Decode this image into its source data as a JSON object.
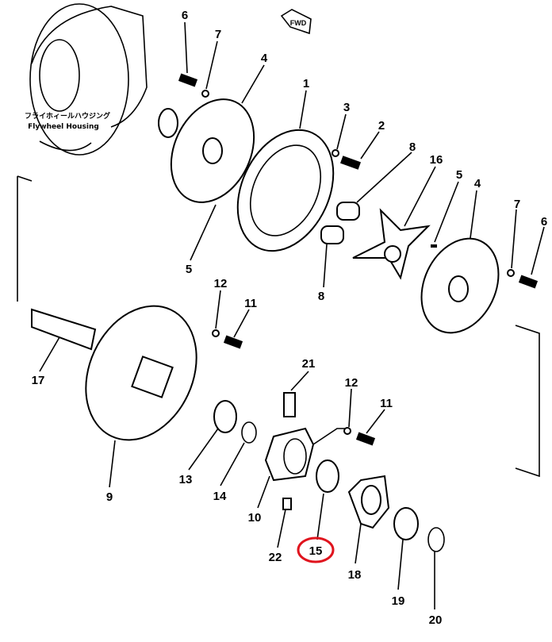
{
  "housing_caption_jp": "フライホィールハウジング",
  "housing_caption_en": "Flywheel Housing",
  "fwd_label": "FWD",
  "highlight_color": "#e0141e",
  "highlighted_part": "15",
  "callouts": {
    "c6a": "6",
    "c7a": "7",
    "c4a": "4",
    "c1": "1",
    "c3": "3",
    "c2": "2",
    "c8a": "8",
    "c16": "16",
    "c5a": "5",
    "c4b": "4",
    "c7b": "7",
    "c6b": "6",
    "c5b": "5",
    "c12a": "12",
    "c11a": "11",
    "c8b": "8",
    "c17": "17",
    "c21": "21",
    "c12b": "12",
    "c11b": "11",
    "c13": "13",
    "c14": "14",
    "c10": "10",
    "c9": "9",
    "c22": "22",
    "c15": "15",
    "c18": "18",
    "c19": "19",
    "c20": "20"
  }
}
